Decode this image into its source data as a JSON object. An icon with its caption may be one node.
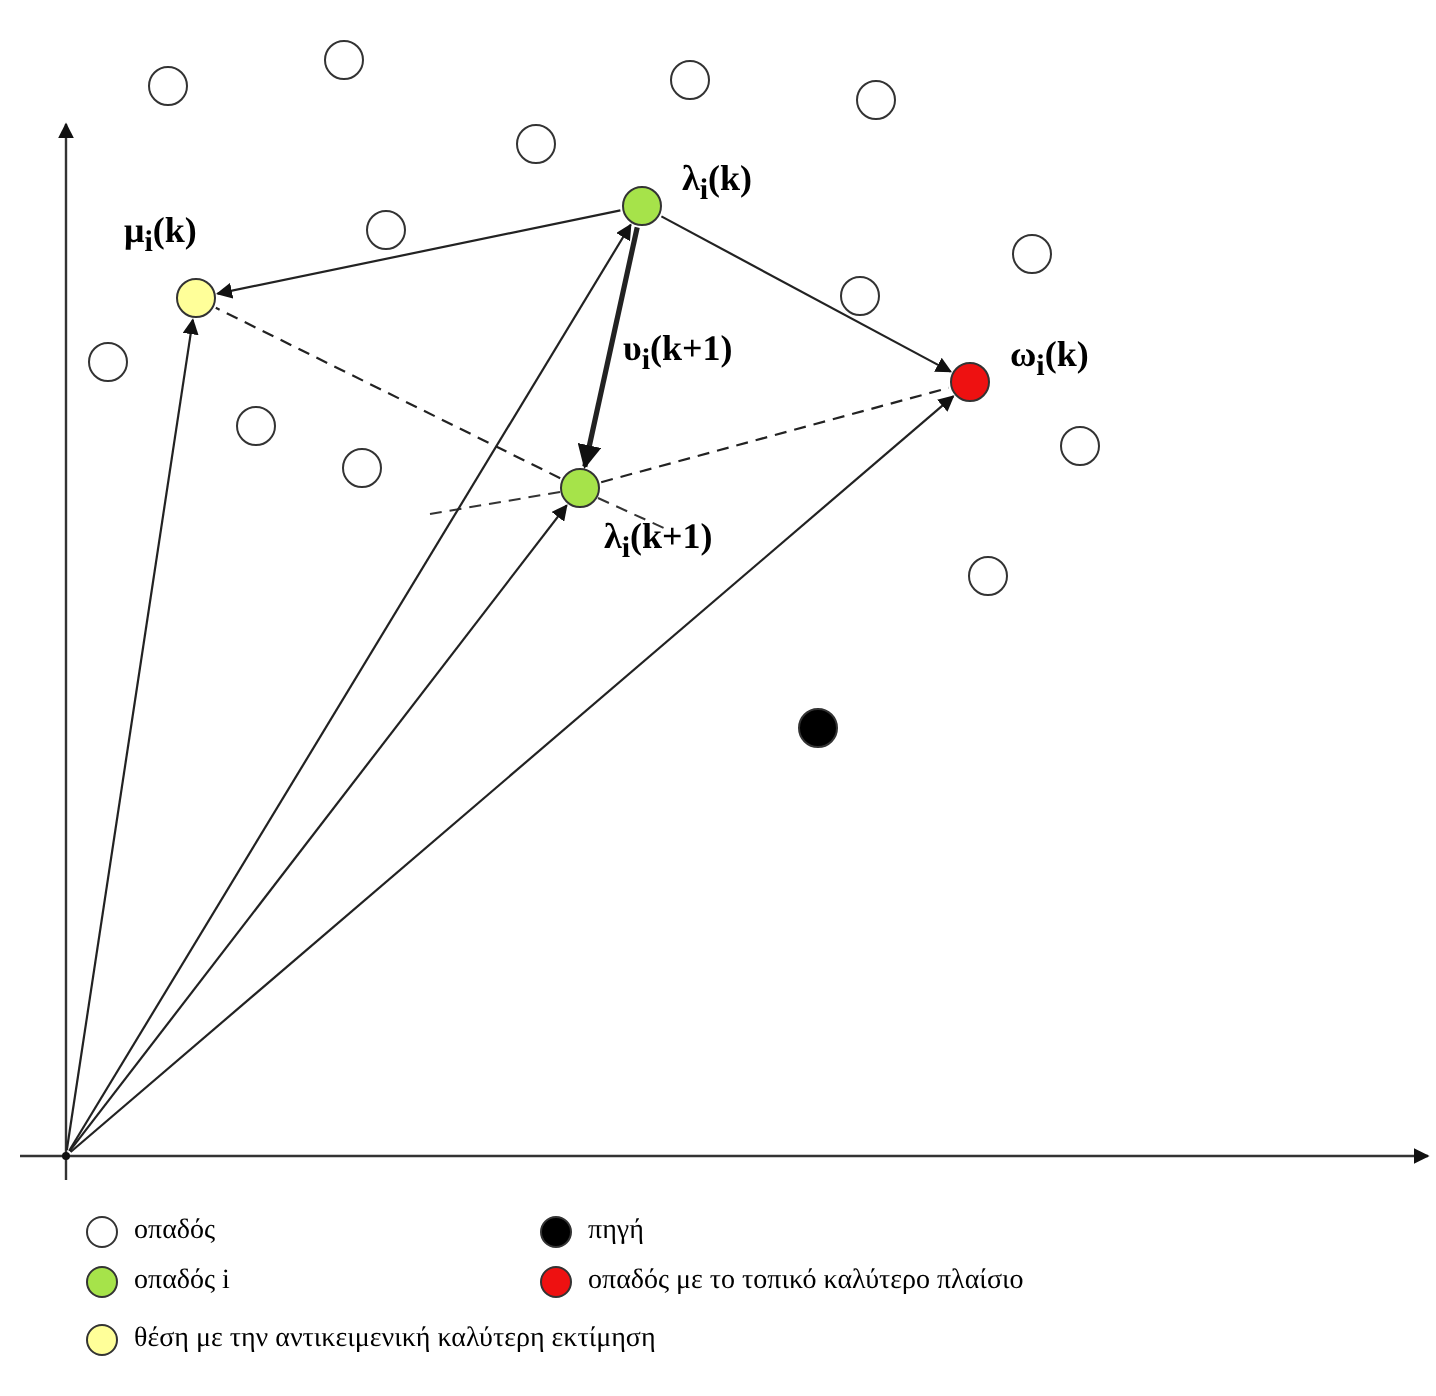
{
  "diagram": {
    "nodes": [
      {
        "text": [],
        "shape": "point"
      },
      {
        "text": [
          "μ$_{i}$(k)"
        ]
      },
      {
        "text": [
          "λ$_{i}$(k)"
        ]
      },
      {
        "text": [
          "λ$_{i}$(k+1)"
        ]
      },
      {
        "text": [
          "ω$_{i}$(k)"
        ]
      },
      {
        "text": [],
        "shape": "circle"
      },
      {
        "text": [],
        "shape": "circle"
      },
      {
        "text": [],
        "shape": "circle"
      },
      {
        "text": [],
        "shape": "circle"
      },
      {
        "text": [],
        "shape": "circle"
      },
      {
        "text": [],
        "shape": "circle"
      },
      {
        "text": [],
        "shape": "circle"
      },
      {
        "text": [],
        "shape": "circle"
      },
      {
        "text": [],
        "shape": "circle"
      },
      {
        "text": [],
        "shape": "circle"
      },
      {
        "text": [],
        "shape": "circle"
      },
      {
        "text": [],
        "shape": "circle"
      },
      {
        "text": [],
        "shape": "circle"
      },
      {
        "text": [],
        "shape": "circle"
      }
    ],
    "edges": [
      {
        "from": 0,
        "to": 1,
        "arrow": "to"
      },
      {
        "from": 0,
        "to": 2,
        "arrow": "to"
      },
      {
        "from": 0,
        "to": 3,
        "arrow": "to"
      },
      {
        "from": 0,
        "to": 4,
        "arrow": "to"
      },
      {
        "from": 2,
        "to": 1,
        "arrow": "to"
      },
      {
        "from": 2,
        "to": 4,
        "arrow": "to"
      },
      {
        "from": 2,
        "to": 3,
        "arrow": "to",
        "style": "thick",
        "label": "υ$_{i}$(k+1)"
      },
      {
        "from": 3,
        "to": 1,
        "arrow": "none",
        "style": "dashed"
      },
      {
        "from": 3,
        "to": 4,
        "arrow": "none",
        "style": "dashed"
      }
    ],
    "legend": [
      {
        "text": "οπαδός",
        "color": "#ffffff"
      },
      {
        "text": "πηγή",
        "color": "#000000"
      },
      {
        "text": "οπαδός i",
        "color": "#a6e34a"
      },
      {
        "text": "οπαδός με το τοπικό καλύτερο πλαίσιο",
        "color": "#ee1111"
      },
      {
        "text": "θέση με την αντικειμενική καλύτερη εκτίμηση",
        "color": "#ffff99"
      }
    ]
  }
}
